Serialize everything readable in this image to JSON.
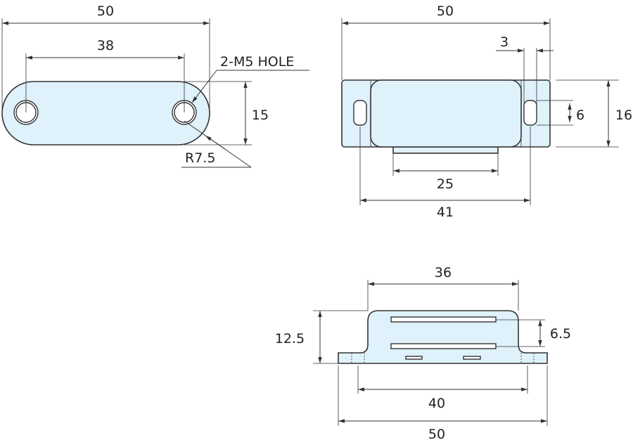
{
  "top_left_view": {
    "overall_length": "50",
    "hole_spacing": "38",
    "hole_note": "2-M5 HOLE",
    "width": "15",
    "end_radius": "R7.5"
  },
  "top_right_view": {
    "overall_length": "50",
    "slot_width": "3",
    "slot_length": "6",
    "height": "16",
    "bar_length": "25",
    "slot_spacing": "41"
  },
  "bottom_view": {
    "body_length": "36",
    "height": "12.5",
    "magnet_spacing": "6.5",
    "hole_spacing": "40",
    "overall_length": "50"
  },
  "colors": {
    "part_fill": "#dff1fb",
    "line": "#333333"
  }
}
